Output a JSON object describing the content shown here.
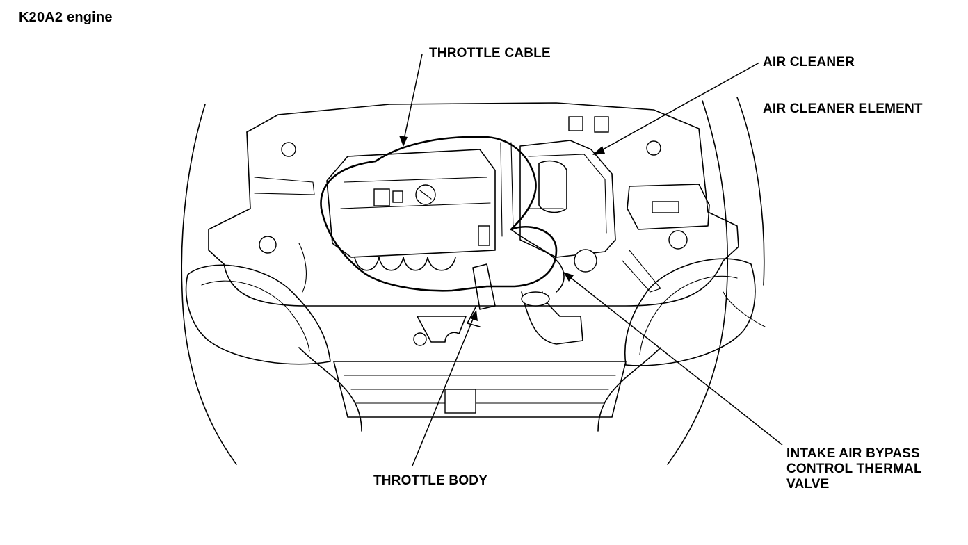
{
  "title": "K20A2 engine",
  "labels": {
    "throttle_cable": "THROTTLE CABLE",
    "air_cleaner": "AIR CLEANER",
    "air_cleaner_element": "AIR CLEANER ELEMENT",
    "throttle_body": "THROTTLE BODY",
    "bypass_valve": [
      "INTAKE AIR BYPASS",
      "CONTROL THERMAL",
      "VALVE"
    ]
  }
}
